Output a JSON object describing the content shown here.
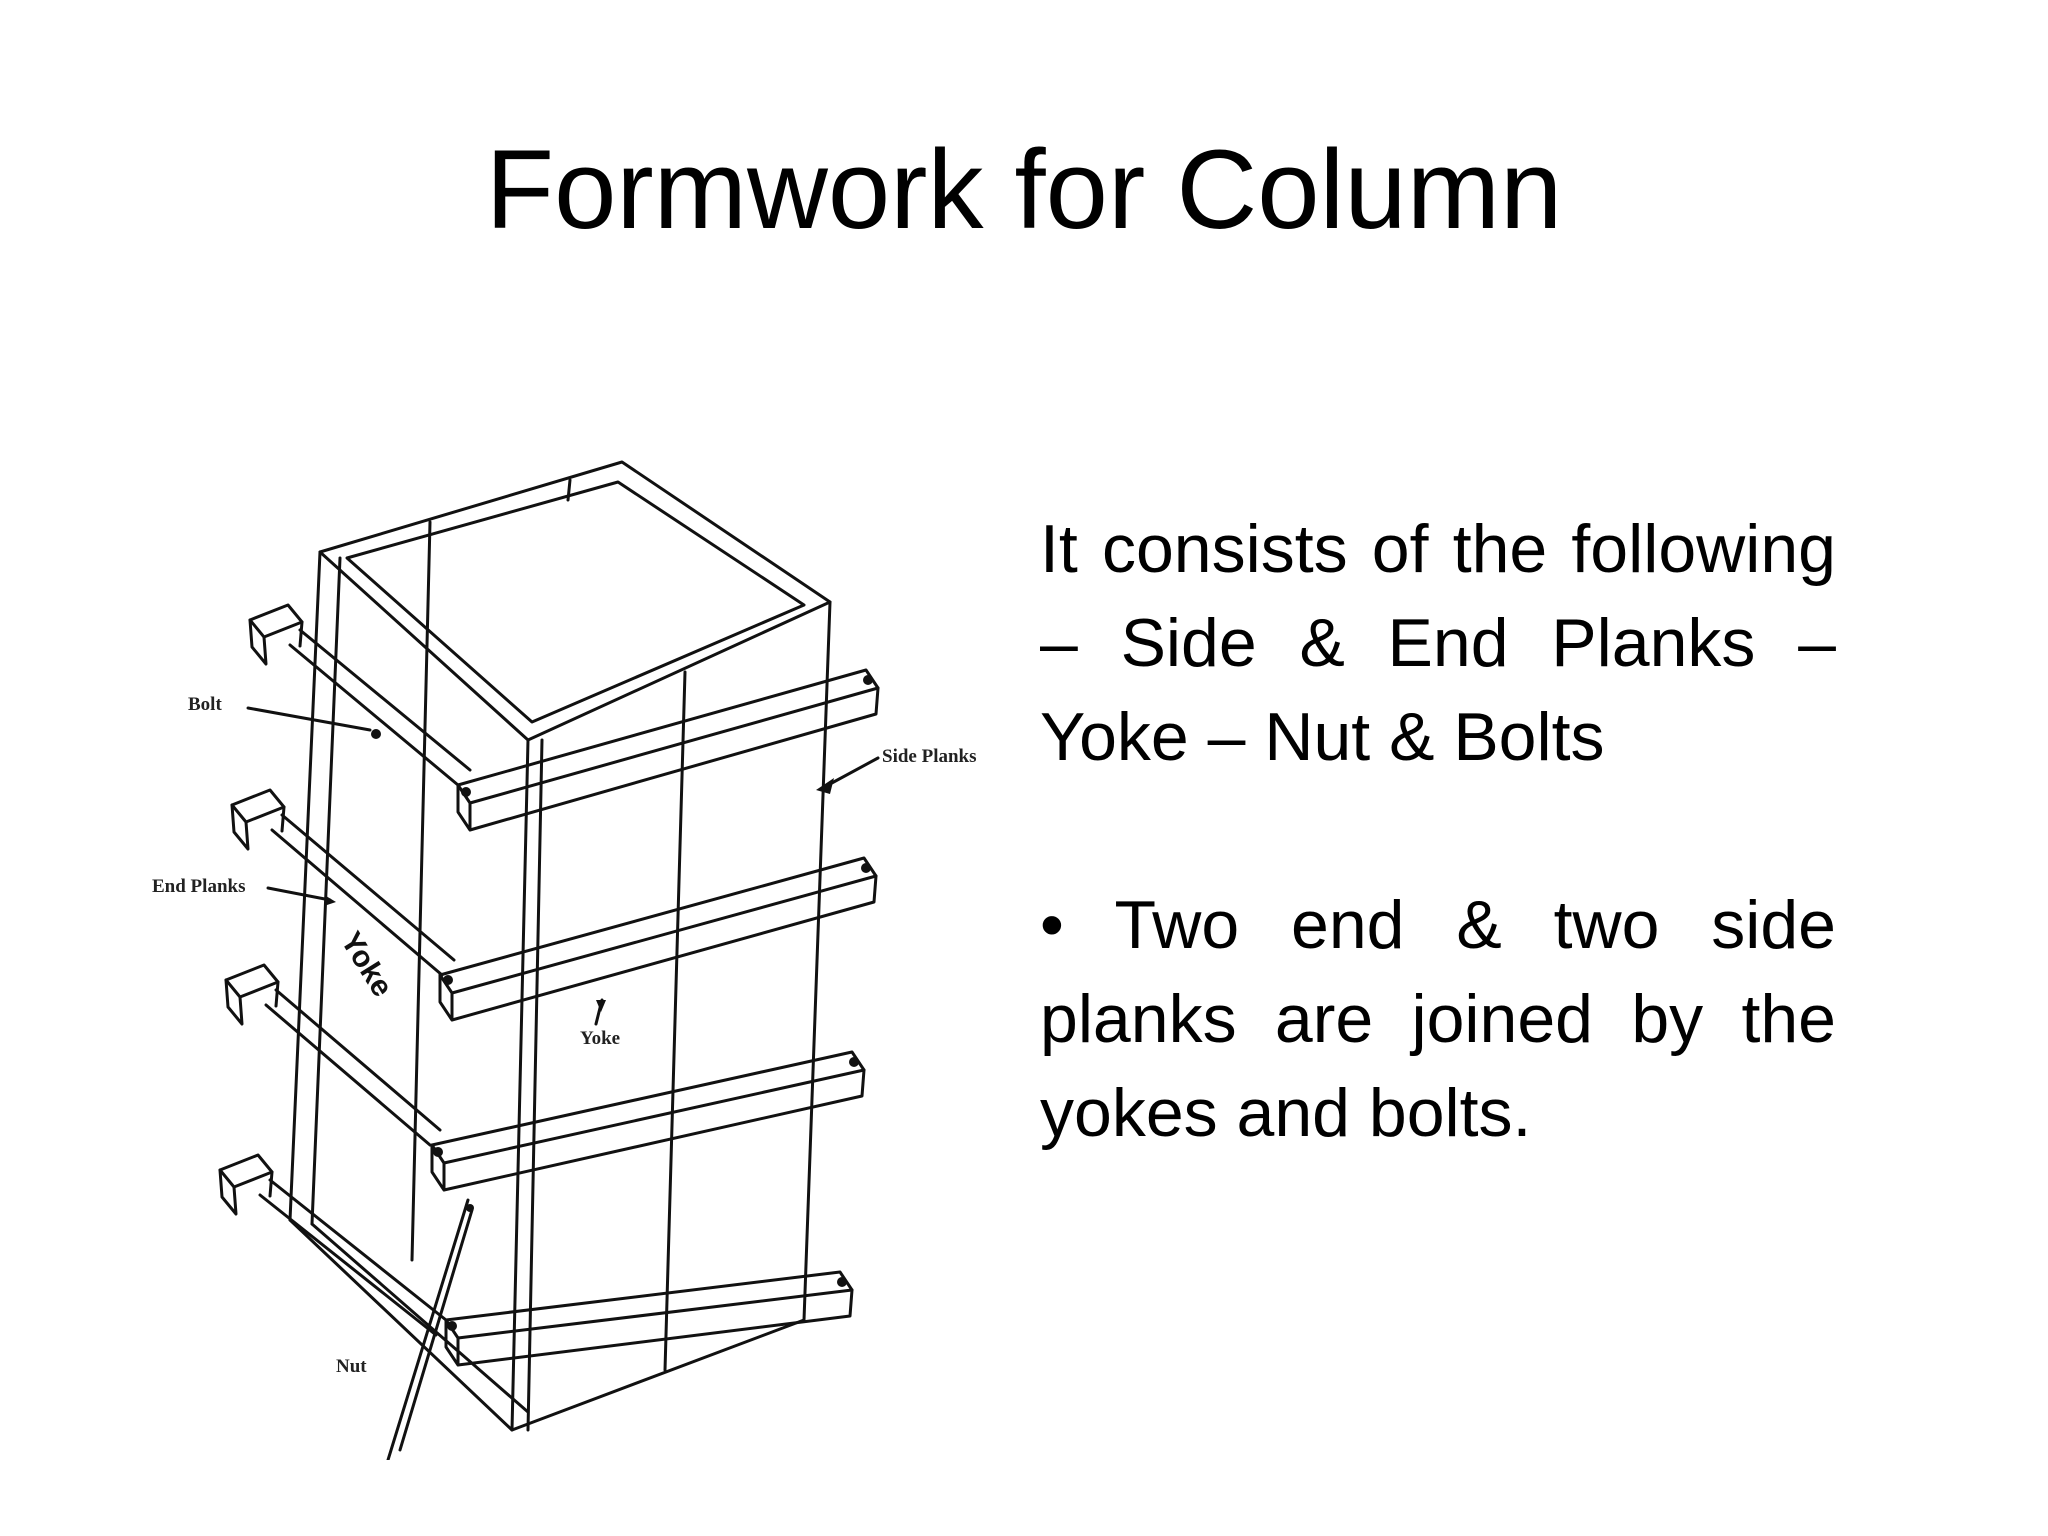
{
  "slide": {
    "title": "Formwork for Column",
    "paragraph_1": "It consists of the following – Side & End Planks – Yoke – Nut & Bolts",
    "bullet_char": "•",
    "paragraph_2": "Two end & two side planks are joined by the yokes and bolts."
  },
  "figure": {
    "labels": {
      "bolt": "Bolt",
      "side_planks": "Side Planks",
      "end_planks": "End Planks",
      "yoke_diagonal": "Yoke",
      "yoke": "Yoke",
      "nut": "Nut"
    }
  }
}
